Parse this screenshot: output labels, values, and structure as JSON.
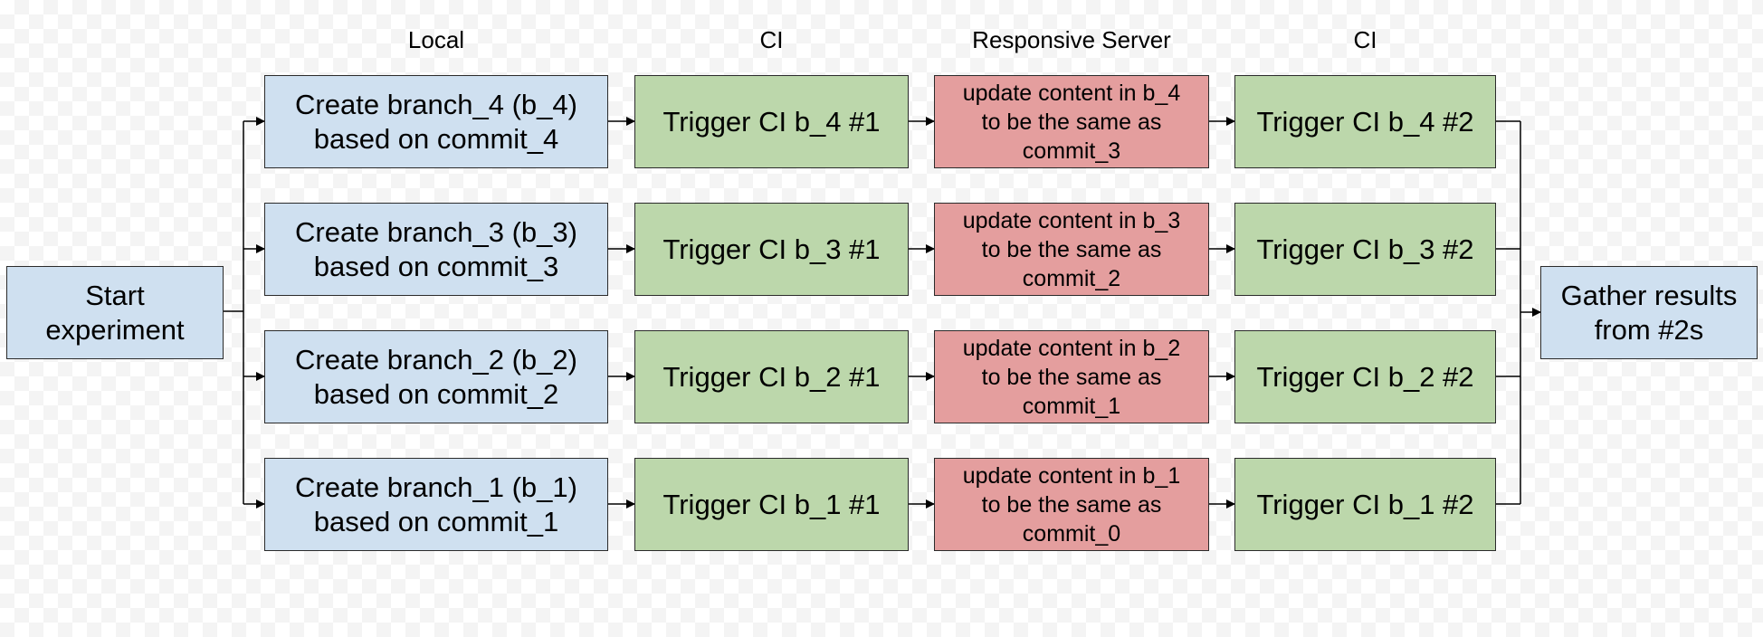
{
  "colors": {
    "local": "#cfe0f0",
    "ci": "#bcd7ab",
    "server": "#e49e9e",
    "border": "#2b2b2b"
  },
  "headers": {
    "local": "Local",
    "ci_first": "CI",
    "server": "Responsive Server",
    "ci_second": "CI"
  },
  "start": "Start\nexperiment",
  "end": "Gather results\nfrom #2s",
  "rows": [
    {
      "branch": "Create branch_4 (b_4)\nbased on commit_4",
      "ci1": "Trigger CI b_4 #1",
      "server": "update content in b_4\nto be the same as\ncommit_3",
      "ci2": "Trigger CI b_4 #2"
    },
    {
      "branch": "Create branch_3 (b_3)\nbased on commit_3",
      "ci1": "Trigger CI b_3 #1",
      "server": "update content in b_3\nto be the same as\ncommit_2",
      "ci2": "Trigger CI b_3 #2"
    },
    {
      "branch": "Create branch_2 (b_2)\nbased on commit_2",
      "ci1": "Trigger CI b_2 #1",
      "server": "update content in b_2\nto be the same as\ncommit_1",
      "ci2": "Trigger CI b_2 #2"
    },
    {
      "branch": "Create branch_1 (b_1)\nbased on commit_1",
      "ci1": "Trigger CI b_1 #1",
      "server": "update content in b_1\nto be the same as\ncommit_0",
      "ci2": "Trigger CI b_1 #2"
    }
  ]
}
